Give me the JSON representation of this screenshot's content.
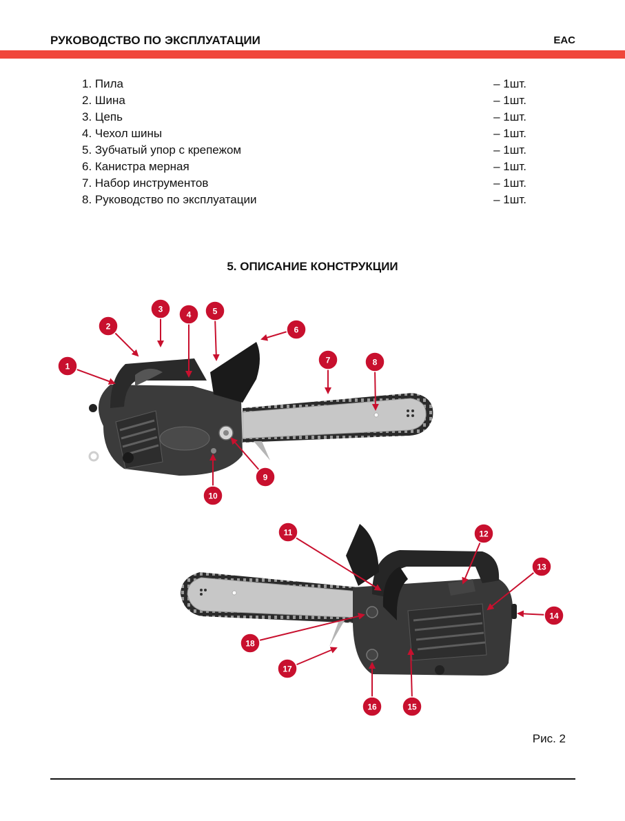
{
  "header": {
    "title": "РУКОВОДСТВО ПО ЭКСПЛУАТАЦИИ",
    "mark": "EAC",
    "accent_color": "#f0463b"
  },
  "contents": [
    {
      "label": "1. Пила",
      "qty": "– 1шт."
    },
    {
      "label": "2. Шина",
      "qty": "– 1шт."
    },
    {
      "label": "3. Цепь",
      "qty": "– 1шт."
    },
    {
      "label": "4. Чехол шины",
      "qty": "– 1шт."
    },
    {
      "label": "5. Зубчатый упор с крепежом",
      "qty": "– 1шт."
    },
    {
      "label": "6. Канистра мерная",
      "qty": "– 1шт."
    },
    {
      "label": "7. Набор инструментов",
      "qty": "– 1шт."
    },
    {
      "label": "8. Руководство по эксплуатации",
      "qty": "– 1шт."
    }
  ],
  "section_title": "5. ОПИСАНИЕ КОНСТРУКЦИИ",
  "figure": {
    "callout_color": "#c8102e",
    "callouts": [
      "1",
      "2",
      "3",
      "4",
      "5",
      "6",
      "7",
      "8",
      "9",
      "10",
      "11",
      "12",
      "13",
      "14",
      "15",
      "16",
      "17",
      "18"
    ],
    "caption": "Рис. 2"
  }
}
